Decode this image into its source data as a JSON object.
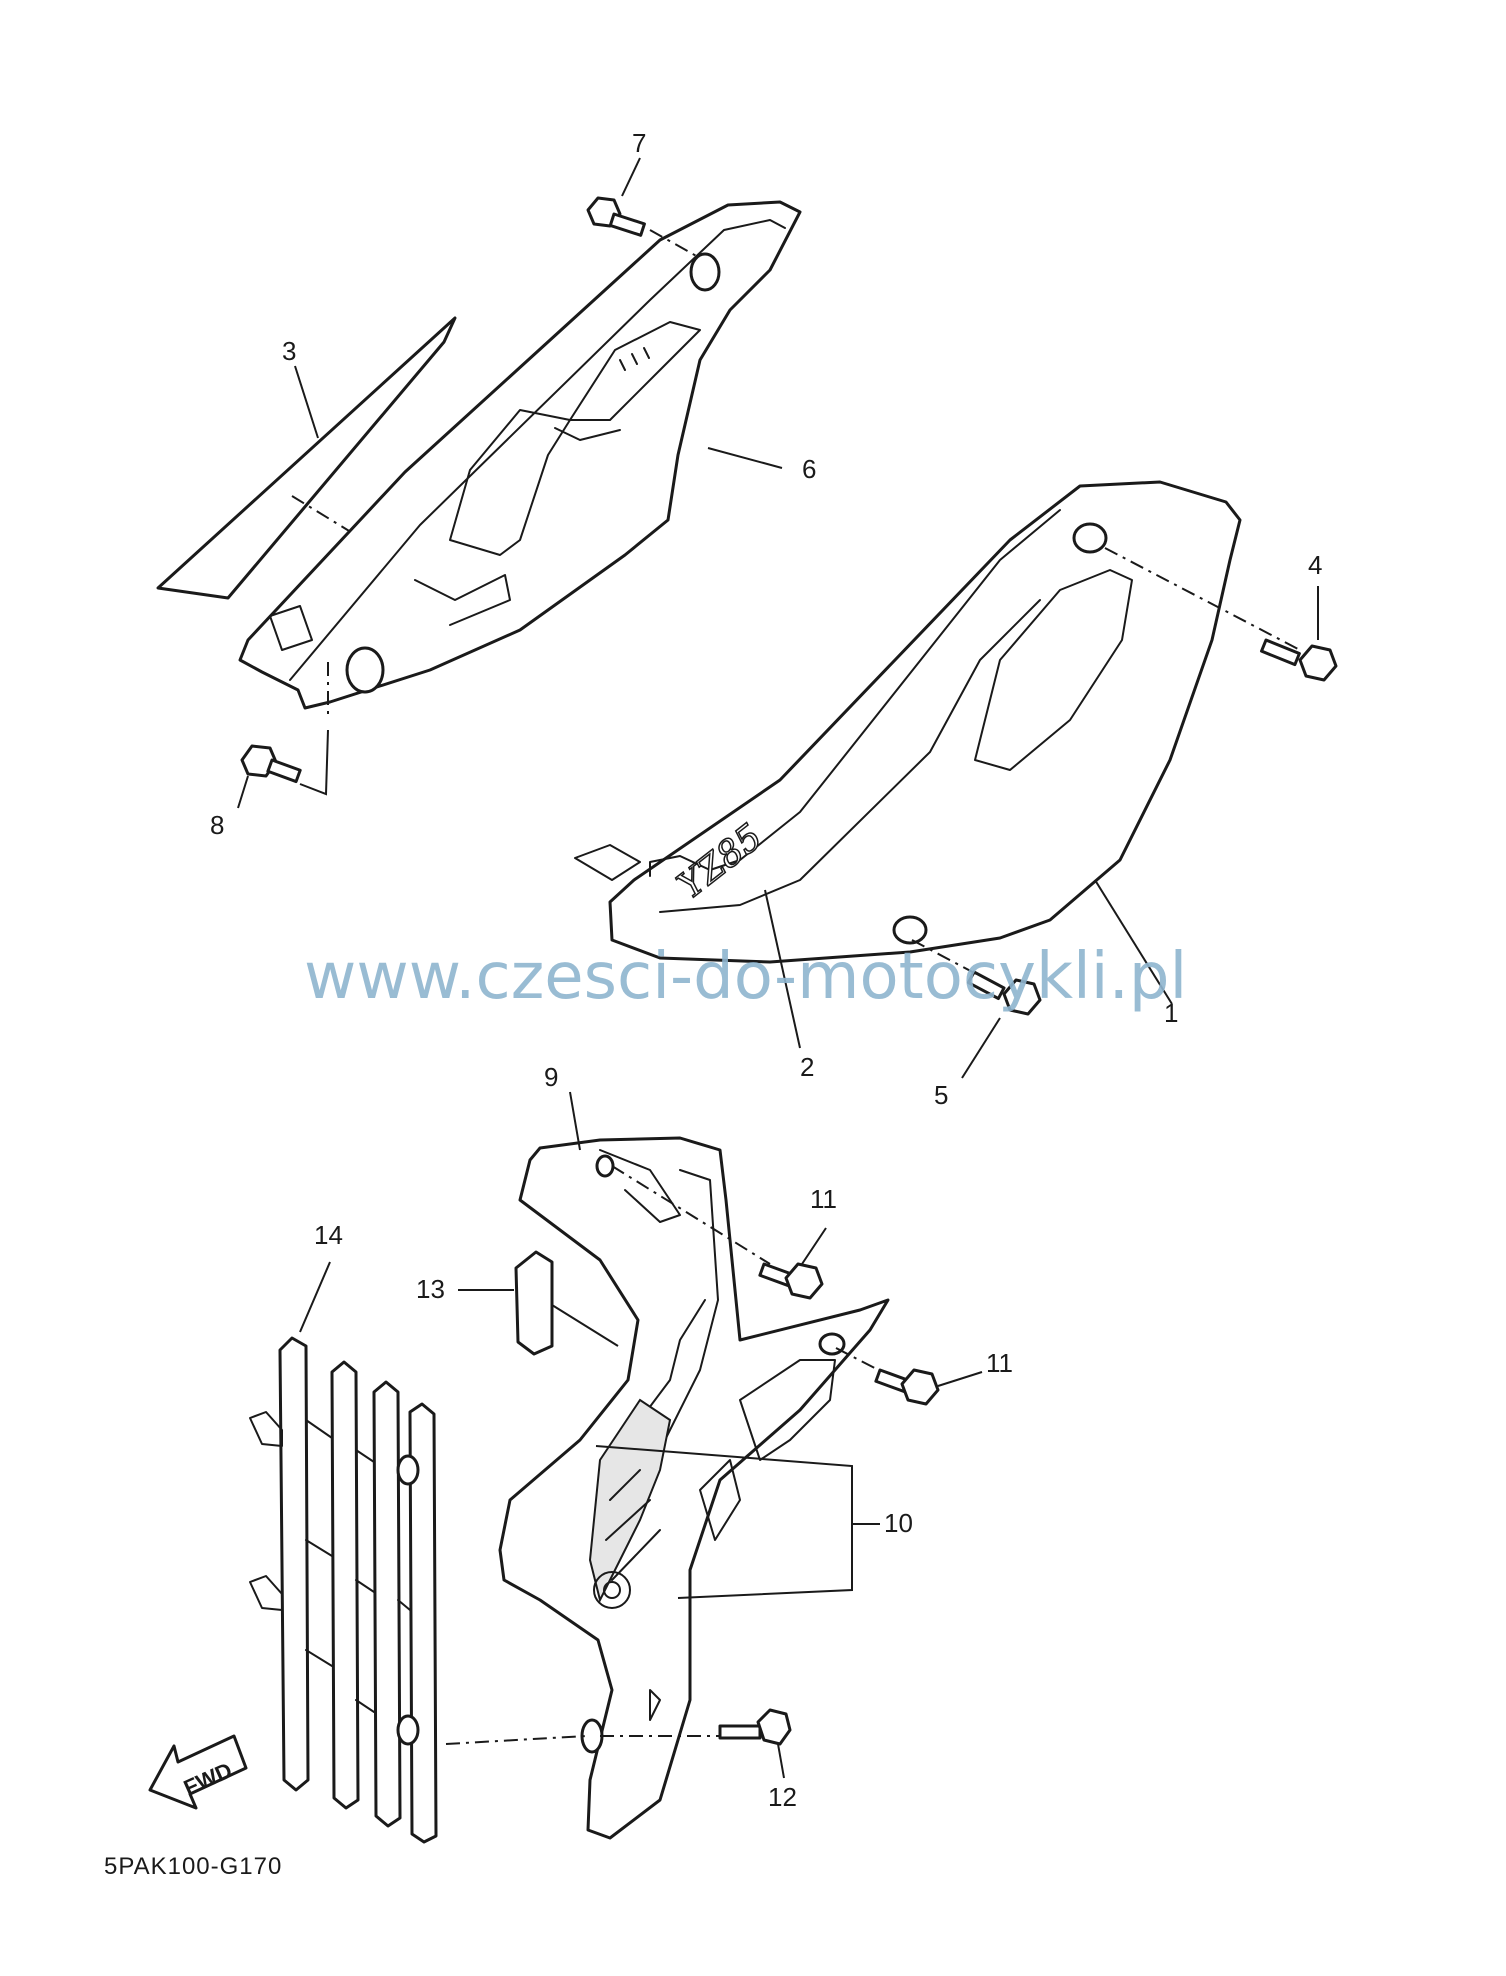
{
  "callouts": {
    "c1": "1",
    "c2": "2",
    "c3": "3",
    "c4": "4",
    "c5": "5",
    "c6": "6",
    "c7": "7",
    "c8": "8",
    "c9": "9",
    "c10": "10",
    "c11a": "11",
    "c11b": "11",
    "c12": "12",
    "c13": "13",
    "c14": "14"
  },
  "side_cover_logo": "YZ85",
  "watermark": "www.czesci-do-motocykli.pl",
  "diagram_code": "5PAK100-G170",
  "direction_arrow": {
    "label": "FWD",
    "icon": "fwd-arrow-icon"
  }
}
